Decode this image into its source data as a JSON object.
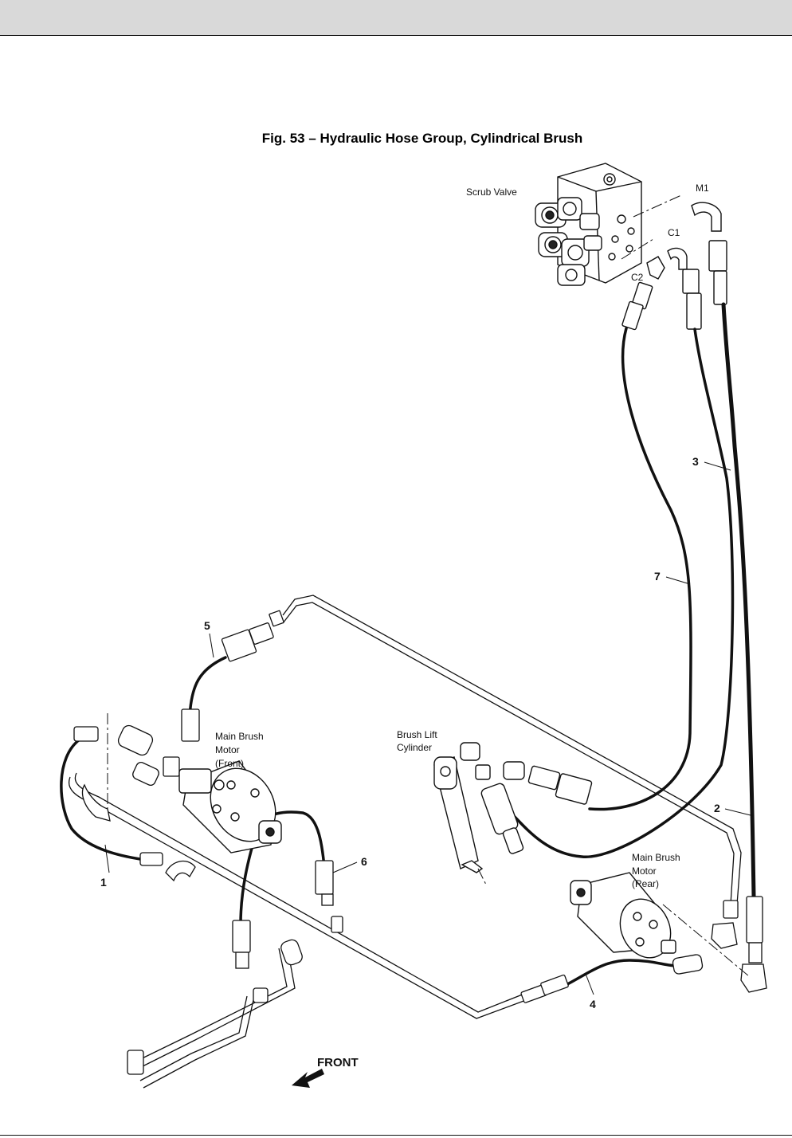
{
  "figure": {
    "title": "Fig. 53 – Hydraulic Hose Group, Cylindrical Brush"
  },
  "components": {
    "scrub_valve": "Scrub Valve",
    "port_m1": "M1",
    "port_c1": "C1",
    "port_c2": "C2",
    "brush_lift_cylinder_line1": "Brush Lift",
    "brush_lift_cylinder_line2": "Cylinder",
    "motor_front_line1": "Main Brush",
    "motor_front_line2": "Motor",
    "motor_front_line3": "(Front)",
    "motor_rear_line1": "Main Brush",
    "motor_rear_line2": "Motor",
    "motor_rear_line3": "(Rear)"
  },
  "callouts": {
    "item1": "1",
    "item2": "2",
    "item3": "3",
    "item4": "4",
    "item5": "5",
    "item6": "6",
    "item7": "7"
  },
  "direction": {
    "front": "FRONT",
    "arrow_icon": "arrow-down-left-icon"
  }
}
